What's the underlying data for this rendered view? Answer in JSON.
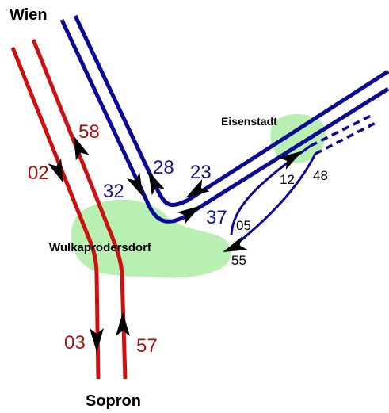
{
  "colors": {
    "background": "#ffffff",
    "green_area": "#b7f0b1",
    "red_line": "#cc1111",
    "blue_line": "#0a0a96",
    "arrow": "#000000",
    "red_label": "#aa1111",
    "blue_label": "#15158f",
    "black_label": "#000000"
  },
  "places": {
    "wien": "Wien",
    "sopron": "Sopron",
    "eisenstadt": "Eisenstadt",
    "wulkaprodersdorf": "Wulkaprodersdorf"
  },
  "track_numbers": {
    "red_left_upper": "02",
    "red_right_upper": "58",
    "red_left_lower": "03",
    "red_right_lower": "57",
    "blue_left_upper": "32",
    "blue_right_upper": "28",
    "blue_branch_upper": "23",
    "blue_branch_lower": "37",
    "curve_upper_left": "12",
    "curve_upper_right": "48",
    "curve_lower_upper": "05",
    "curve_lower_lower": "55"
  },
  "arrows": {
    "red_left_upper": "down",
    "red_right_upper": "up",
    "red_left_lower": "down",
    "red_right_lower": "up",
    "blue_left": "down",
    "blue_right": "up",
    "blue_branch_upper": "left",
    "blue_branch_lower": "right",
    "curve_upper": "right",
    "curve_lower": "left"
  }
}
